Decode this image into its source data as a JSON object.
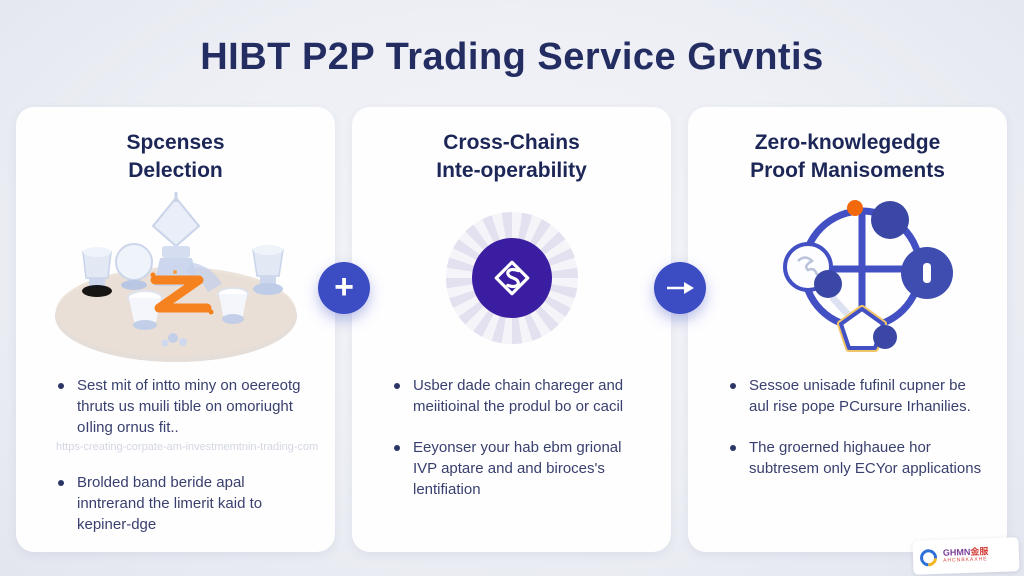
{
  "title": "HIBT P2P Trading Service Grvntis",
  "colors": {
    "accent_blue": "#3c4cc3",
    "deep_indigo": "#3b1da1",
    "navy": "#232d62",
    "body_text": "#39406e",
    "orange": "#f5821f",
    "platform_tan": "#e9dfd6"
  },
  "icons": {
    "plus": "+",
    "arrow_right": "→",
    "chain_diamond": "chain-link-diamond",
    "network": "network-nodes",
    "chess_platform": "chess-pieces-on-platform"
  },
  "cards": [
    {
      "title_line1": "Spcenses",
      "title_line2": "Delection",
      "bullets": [
        "Sest mit of intto miny on oeereotg thruts us muili tible on omoriught oIling ornus fit..",
        "Brolded band beride apal inntrerand the limerit kaid to kepiner-dge"
      ],
      "watermark": "https-creating-corpate-am-investmemtnin-trading-com"
    },
    {
      "title_line1": "Cross-Chains",
      "title_line2": "Inte-operability",
      "bullets": [
        "Usber dade chain chareger and meiitioinal the produl bo or cacil",
        "Eeyonser your hab ebm grional IVP aptare and and biroces's lentifiation"
      ]
    },
    {
      "title_line1": "Zero-knowlegedge",
      "title_line2": "Proof Manisoments",
      "bullets": [
        "Sessoe unisade fufinil cupner be aul rise pope PCursure Irhanilies.",
        "The groerned highauee hor subtresem only ECYor applications"
      ]
    }
  ],
  "logo": {
    "text_latin": "GHMN",
    "text_cjk": "金服",
    "subtext": "AHCNBKAXHE"
  }
}
